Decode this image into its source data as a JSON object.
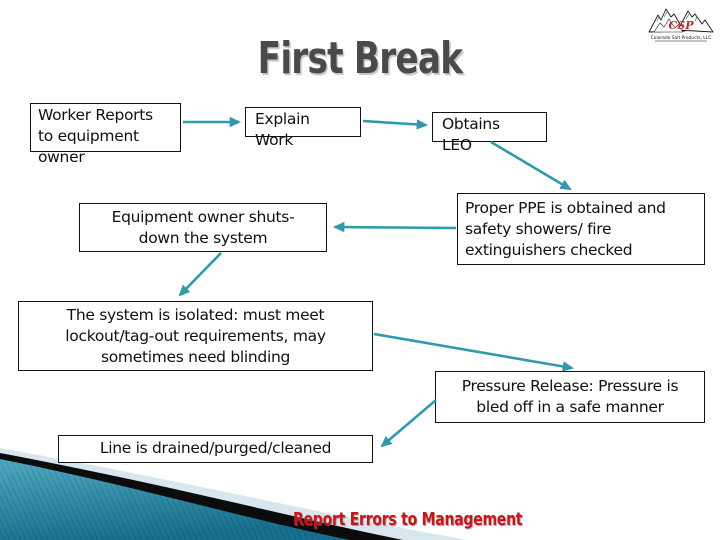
{
  "slide": {
    "title": "First Break",
    "footer_note": "Report Errors to Management",
    "logo": {
      "initials": "CSP",
      "caption": "Colorado Salt Products, LLC"
    },
    "colors": {
      "connector_teal": "#2f9aad",
      "title_text": "#4a4a4a",
      "footer_text": "#d01216",
      "box_border": "#111111",
      "box_fill": "#ffffff",
      "wedge_teal_light": "#50abc0",
      "wedge_teal_dark": "#17708f",
      "wedge_black": "#0c0c0c",
      "wedge_pale_blue": "#d8e6ee",
      "logo_red": "#c0272d"
    }
  },
  "boxes": [
    {
      "id": "worker",
      "text": "Worker Reports\nto equipment\nowner"
    },
    {
      "id": "explain",
      "text": "Explain\nWork"
    },
    {
      "id": "obtains",
      "text": "Obtains\nLEO"
    },
    {
      "id": "equipment",
      "text": "Equipment owner shuts-\ndown the system"
    },
    {
      "id": "ppe",
      "text": "Proper PPE is obtained and\nsafety showers/ fire\nextinguishers checked"
    },
    {
      "id": "isolated",
      "text": "The system is isolated: must meet\nlockout/tag-out requirements, may\nsometimes need blinding"
    },
    {
      "id": "pressure",
      "text": "Pressure Release: Pressure is\nbled off in a safe manner"
    },
    {
      "id": "line",
      "text": "Line is drained/purged/cleaned"
    }
  ]
}
